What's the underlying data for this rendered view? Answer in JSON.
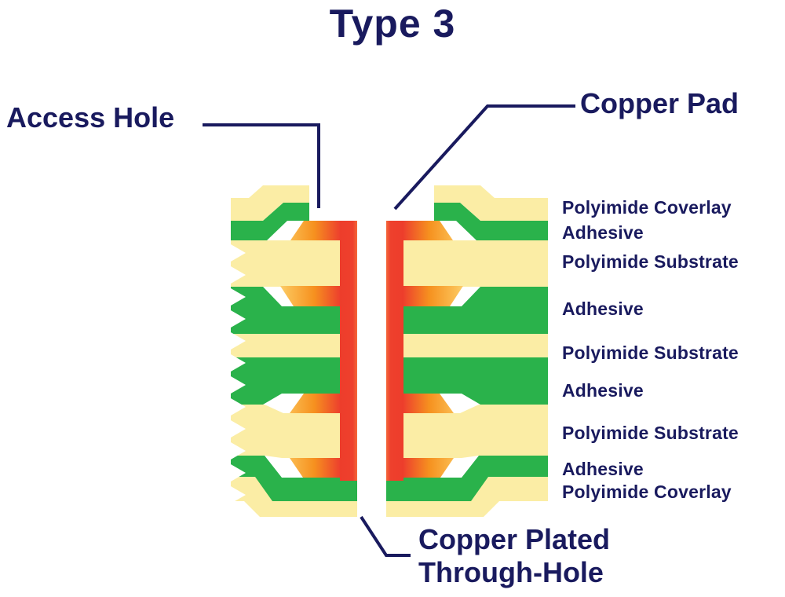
{
  "title": "Type 3",
  "callouts": {
    "access_hole": "Access Hole",
    "copper_pad": "Copper Pad",
    "plated_through_hole": "Copper Plated\nThrough-Hole"
  },
  "layer_labels": [
    "Polyimide Coverlay",
    "Adhesive",
    "Polyimide Substrate",
    "Adhesive",
    "Polyimide Substrate",
    "Adhesive",
    "Polyimide Substrate",
    "Adhesive",
    "Polyimide Coverlay"
  ],
  "legend": {
    "polyimide_color": "#FBEDA5",
    "adhesive_color": "#2AB24B",
    "copper_red": "#EE402D",
    "copper_orange": "#F6921E",
    "copper_yellow": "#FBD273",
    "label_color": "#191A5E",
    "background": "#FFFFFF"
  }
}
